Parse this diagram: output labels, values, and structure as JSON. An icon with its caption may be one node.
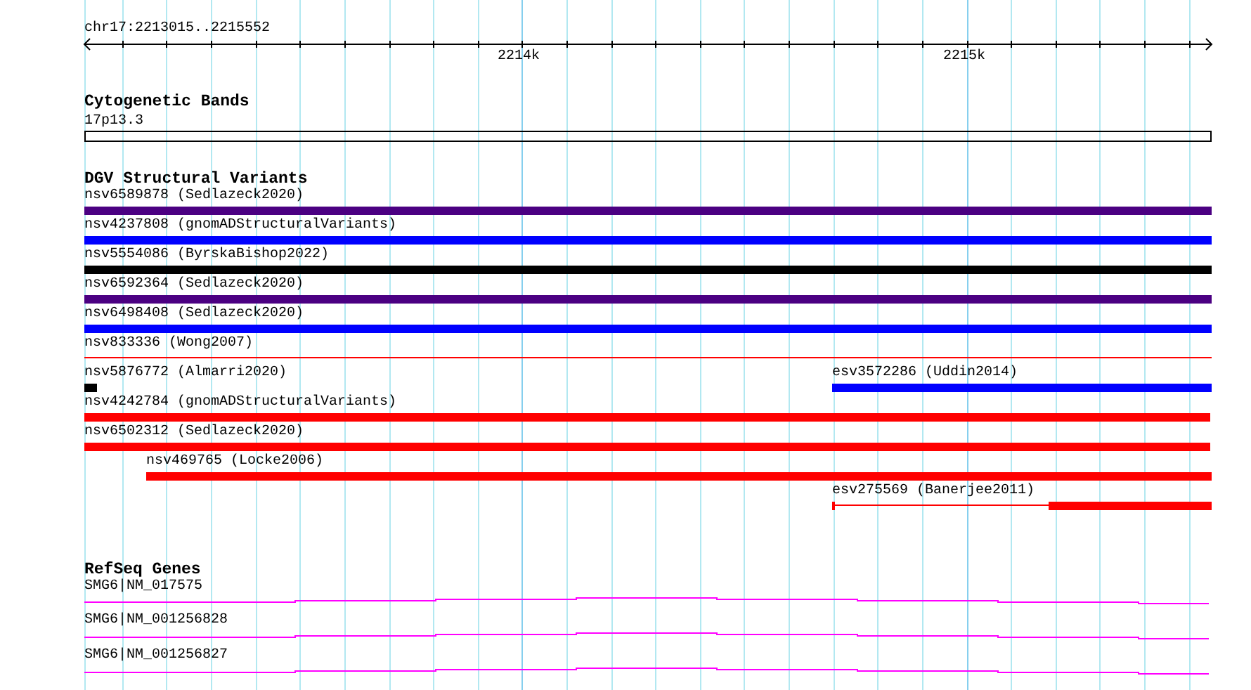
{
  "diagram": {
    "nodes": [
      {
        "text": [
          "17p13.3"
        ]
      },
      {
        "text": [
          "nsv6589878 (Sedlazeck2020)"
        ]
      },
      {
        "text": [
          "nsv4237808 (gnomADStructuralVariants)"
        ]
      },
      {
        "text": [
          "nsv5554086 (ByrskaBishop2022)"
        ]
      },
      {
        "text": [
          "nsv6592364 (Sedlazeck2020)"
        ]
      },
      {
        "text": [
          "nsv6498408 (Sedlazeck2020)"
        ]
      },
      {
        "text": [
          "nsv833336 (Wong2007)"
        ]
      },
      {
        "text": [
          "nsv5876772 (Almarri2020)"
        ]
      },
      {
        "text": [
          "esv3572286 (Uddin2014)"
        ]
      },
      {
        "text": [
          "nsv4242784 (gnomADStructuralVariants)"
        ]
      },
      {
        "text": [
          "nsv6502312 (Sedlazeck2020)"
        ]
      },
      {
        "text": [
          "nsv469765 (Locke2006)"
        ]
      },
      {
        "text": [
          "esv275569 (Banerjee2011)"
        ]
      },
      {
        "text": [
          "SMG6|NM_017575"
        ]
      },
      {
        "text": [
          "SMG6|NM_001256828"
        ]
      },
      {
        "text": [
          "SMG6|NM_001256827"
        ]
      }
    ],
    "labels": [
      "chr17:2213015..2215552",
      "2214k",
      "2215k",
      "Cytogenetic Bands",
      "DGV Structural Variants",
      "RefSeq Genes"
    ]
  }
}
